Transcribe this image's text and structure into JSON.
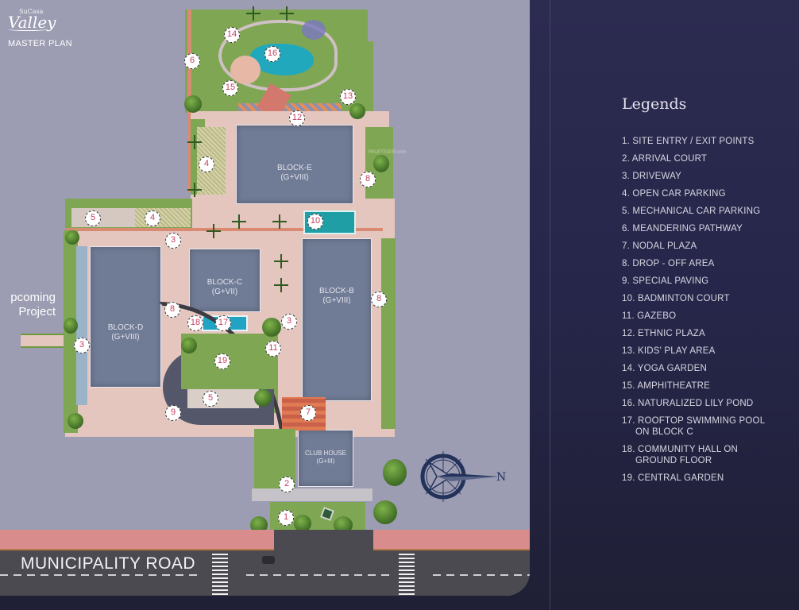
{
  "brand": {
    "small": "SuCasa",
    "name": "Valley",
    "subtitle": "MASTER PLAN"
  },
  "map": {
    "neighbor_label_line1": "pcoming",
    "neighbor_label_line2": "Project",
    "road_name": "MUNICIPALITY ROAD",
    "watermark": "PROPTIGER.com",
    "compass_label": "N",
    "buildings": [
      {
        "name": "BLOCK-E",
        "floors": "(G+VIII)"
      },
      {
        "name": "BLOCK-D",
        "floors": "(G+VIII)"
      },
      {
        "name": "BLOCK-C",
        "floors": "(G+VII)"
      },
      {
        "name": "BLOCK-B",
        "floors": "(G+VIII)"
      },
      {
        "name": "CLUB HOUSE",
        "floors": "(G+III)"
      }
    ],
    "markers": [
      "1",
      "2",
      "3",
      "4",
      "5",
      "6",
      "7",
      "8",
      "9",
      "10",
      "11",
      "12",
      "13",
      "14",
      "15",
      "16",
      "17",
      "18",
      "19"
    ]
  },
  "legend": {
    "title": "Legends",
    "items": [
      {
        "label": "1. SITE ENTRY / EXIT POINTS"
      },
      {
        "label": "2. ARRIVAL COURT"
      },
      {
        "label": "3. DRIVEWAY"
      },
      {
        "label": "4. OPEN CAR PARKING"
      },
      {
        "label": "5. MECHANICAL CAR PARKING"
      },
      {
        "label": "6. MEANDERING PATHWAY"
      },
      {
        "label": "7. NODAL PLAZA"
      },
      {
        "label": "8. DROP - OFF AREA"
      },
      {
        "label": "9. SPECIAL PAVING"
      },
      {
        "label": "10. BADMINTON COURT"
      },
      {
        "label": "11. GAZEBO"
      },
      {
        "label": "12. ETHNIC PLAZA"
      },
      {
        "label": "13. KIDS' PLAY AREA"
      },
      {
        "label": "14. YOGA GARDEN"
      },
      {
        "label": "15. AMPHITHEATRE"
      },
      {
        "label": "16. NATURALIZED LILY POND"
      },
      {
        "label": "17. ROOFTOP SWIMMING POOL",
        "cont": "ON BLOCK C"
      },
      {
        "label": "18. COMMUNITY HALL ON",
        "cont": "GROUND FLOOR"
      },
      {
        "label": "19. CENTRAL GARDEN"
      }
    ]
  },
  "colors": {
    "panel_bg": "#2c2b50",
    "map_bg": "#9c9cb2",
    "marker_text": "#c24162",
    "building": "#707b95",
    "grass": "#7fa653",
    "road": "#4a4a50"
  }
}
